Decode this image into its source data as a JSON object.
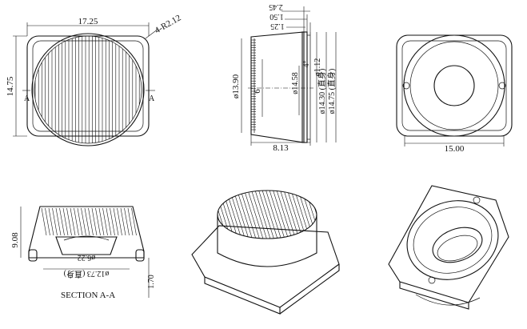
{
  "top_view": {
    "dim_width": "17.25",
    "dim_height": "14.75",
    "dim_radius": "4-R2.12",
    "section_mark_left": "A",
    "section_mark_right": "A"
  },
  "side_view": {
    "dim_245": "2.45",
    "dim_150": "1.50",
    "dim_125": "1.25",
    "dim_1390": "ø13.90",
    "dim_6": "6",
    "dim_1458": "ø14.58",
    "dim_4": "4°",
    "dim_112": "ø1.12",
    "dim_1430": "ø14.30 (直身)",
    "dim_1475": "ø14.75 (直身)",
    "dim_813": "8.13"
  },
  "bottom_view": {
    "dim_width": "15.00"
  },
  "section_view": {
    "dim_908": "9.08",
    "dim_622": "ø6.22",
    "dim_1273": "ø12.73 (直身)",
    "dim_170": "1.70",
    "caption": "SECTION A-A"
  }
}
